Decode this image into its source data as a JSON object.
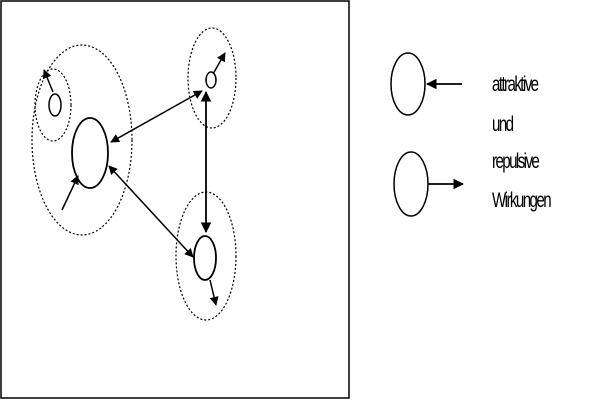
{
  "legend": {
    "line1": "attraktive",
    "line2": "und",
    "line3": "repulsive",
    "line4": "Wirkungen"
  },
  "colors": {
    "stroke": "#000000",
    "background": "#ffffff"
  }
}
